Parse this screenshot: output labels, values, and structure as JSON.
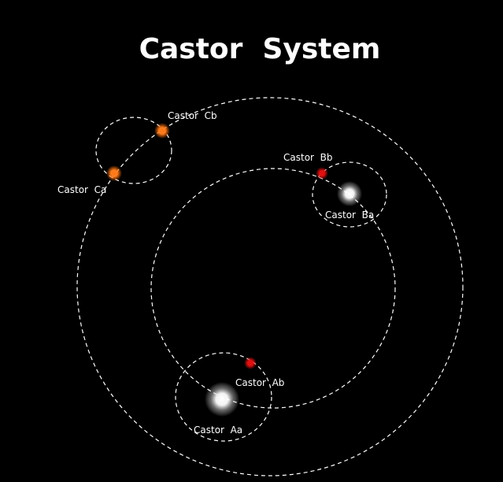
{
  "title": "Castor  System",
  "labels": {
    "ca": "Castor  Ca",
    "cb": "Castor  Cb",
    "bb": "Castor  Bb",
    "ba": "Castor  Ba",
    "ab": "Castor  Ab",
    "aa": "Castor  Aa"
  },
  "colors": {
    "background": "#000000",
    "orbit": "#ffffff",
    "white_star": "#ffffff",
    "red_dwarf": "#e01010",
    "orange_dwarf": "#ff7a1a"
  }
}
